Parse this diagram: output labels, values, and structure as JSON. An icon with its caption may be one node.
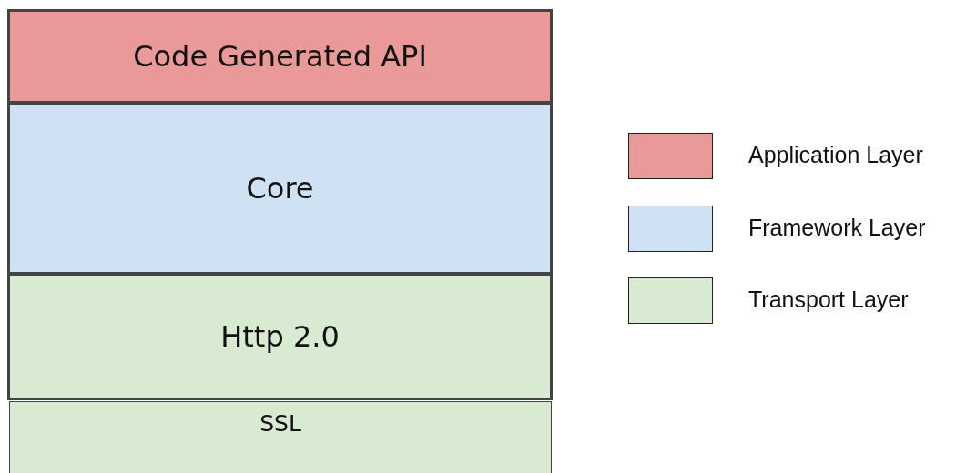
{
  "diagram": {
    "nodes": [
      {
        "text": [
          "Code Generated API"
        ]
      },
      {
        "text": [
          "Core"
        ]
      },
      {
        "text": [
          "Http 2.0"
        ]
      },
      {
        "text": [
          "SSL"
        ]
      }
    ],
    "legend": [
      {
        "text": "Application Layer",
        "color": "#ea9999"
      },
      {
        "text": "Framework Layer",
        "color": "#cfe2f3"
      },
      {
        "text": "Transport Layer",
        "color": "#d9ead3"
      }
    ]
  }
}
